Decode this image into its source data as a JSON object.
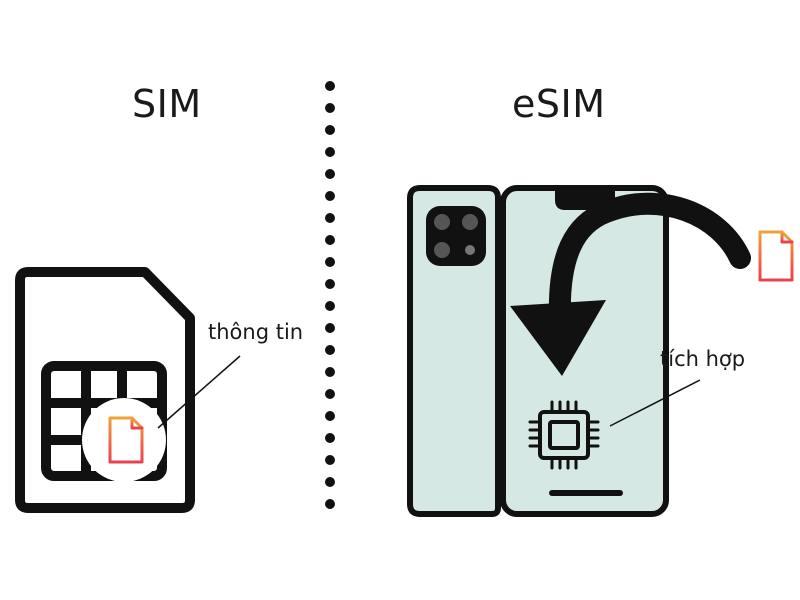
{
  "sim": {
    "title": "SIM",
    "label": "thông tin"
  },
  "esim": {
    "title": "eSIM",
    "label": "tích hợp"
  },
  "colors": {
    "outline": "#111111",
    "phone_fill": "#d6e8e3",
    "doc_gradient_top": "#f0a23a",
    "doc_gradient_bottom": "#e8414f"
  },
  "icons": [
    "sim-card-icon",
    "document-icon",
    "phone-back-icon",
    "phone-front-icon",
    "curved-arrow-icon",
    "chip-icon"
  ]
}
